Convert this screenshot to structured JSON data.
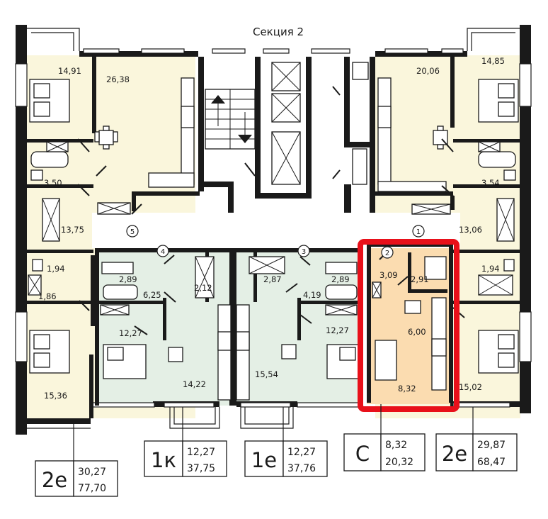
{
  "plan": {
    "section_title": "Секция 2",
    "colors": {
      "two_room": "#faf6dc",
      "one_room": "#e4efe5",
      "studio": "#fbdcb0",
      "highlight": "#e8101a",
      "walls": "#1a1a1a"
    },
    "room_areas": {
      "bl_bedroom_top": "14,91",
      "bl_kitchen": "26,38",
      "bl_bath": "3,50",
      "bl_hall": "13,75",
      "bl_wc": "1,94",
      "bl_storage": "1,86",
      "bl_bedroom_bottom": "15,36",
      "br_kitchen": "20,06",
      "br_bedroom_top": "14,85",
      "br_bath": "3,54",
      "br_hall": "13,06",
      "br_wc": "1,94",
      "br_bedroom_bottom": "15,02",
      "k1_bath": "2,89",
      "k1_hall": "6,25",
      "k1_storage": "2,12",
      "k1_room": "12,27",
      "k1_kitchen": "14,22",
      "e1_storage": "2,87",
      "e1_bath": "2,89",
      "e1_hall": "4,19",
      "e1_room": "12,27",
      "e1_kitchen": "15,54",
      "s_hall": "3,09",
      "s_bath": "2,91",
      "s_kitchen": "6,00",
      "s_room": "8,32"
    },
    "markers": [
      "1",
      "2",
      "3",
      "4",
      "5"
    ],
    "badges": [
      {
        "type": "2е",
        "living": "30,27",
        "total": "77,70"
      },
      {
        "type": "1к",
        "living": "12,27",
        "total": "37,75"
      },
      {
        "type": "1е",
        "living": "12,27",
        "total": "37,76"
      },
      {
        "type": "С",
        "living": "8,32",
        "total": "20,32"
      },
      {
        "type": "2е",
        "living": "29,87",
        "total": "68,47"
      }
    ]
  }
}
